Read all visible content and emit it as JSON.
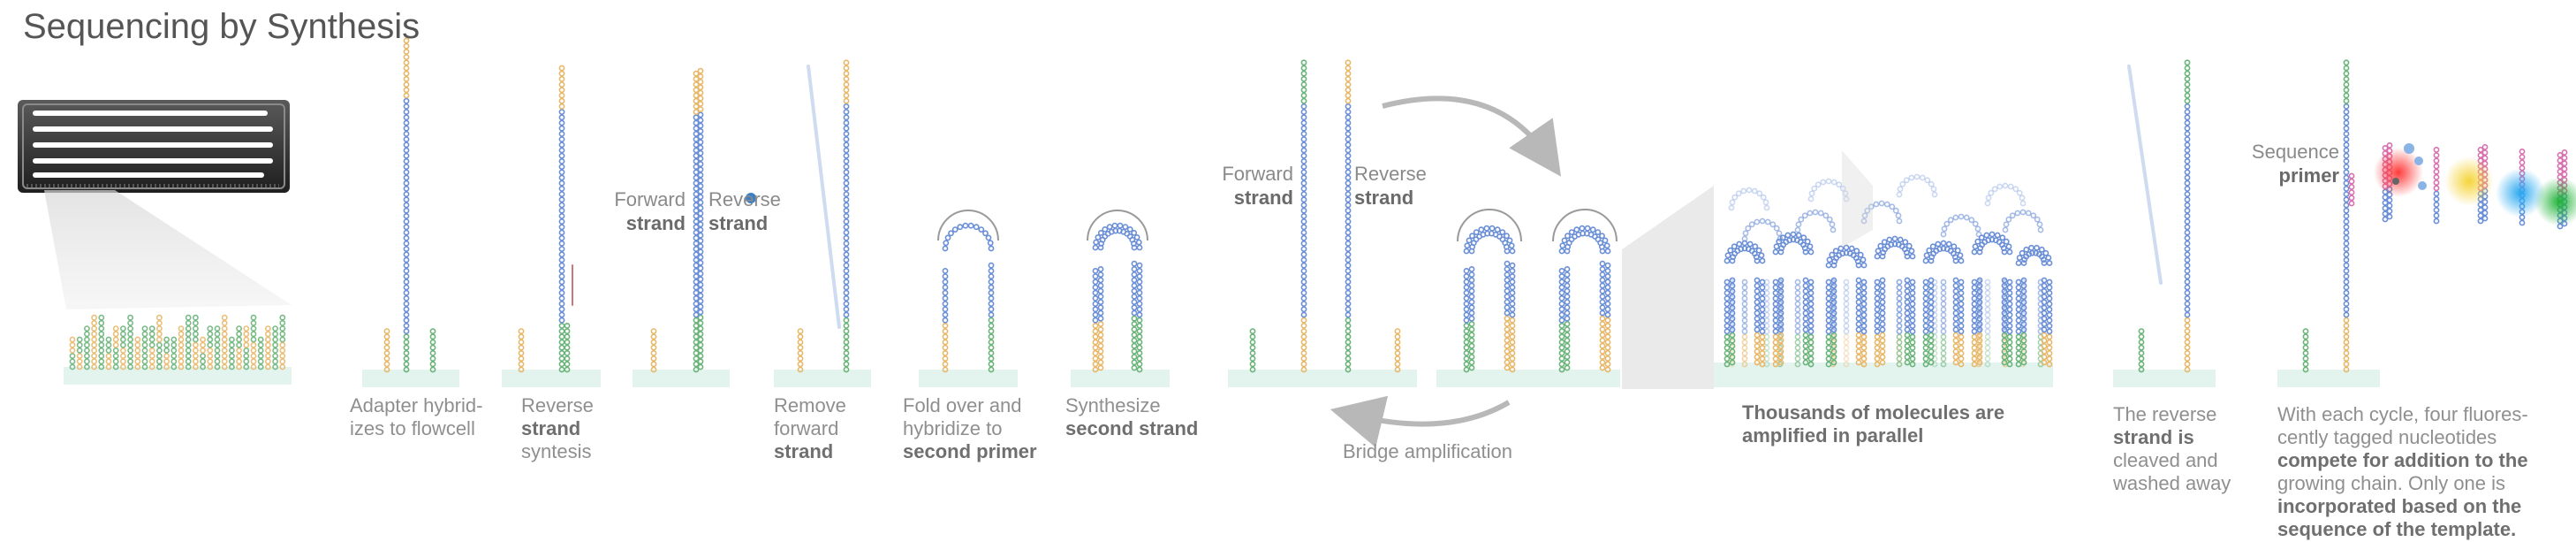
{
  "title": "Sequencing by Synthesis",
  "colors": {
    "adapter": "#6ab47a",
    "insert": "#6a8fd6",
    "primer": "#e8b86a",
    "sequence_primer": "#d870b0",
    "flowcell_base": "#e3f3ee",
    "arrow": "#b8b8b8"
  },
  "labels": {
    "forward_strand_1a": "Forward",
    "forward_strand_1b": "strand",
    "reverse_strand_1a": "Reverse",
    "reverse_strand_1b": "strand",
    "forward_strand_2a": "Forward",
    "forward_strand_2b": "strand",
    "reverse_strand_2a": "Reverse",
    "reverse_strand_2b": "strand",
    "sequence_primer_a": "Sequence",
    "sequence_primer_b": "primer"
  },
  "captions": {
    "step1": [
      "Adapter hybrid-",
      "izes to flowcell"
    ],
    "step2": [
      "Reverse",
      "strand",
      "syntesis"
    ],
    "step3": [
      "Remove",
      "forward",
      "strand"
    ],
    "step4": [
      "Fold over and",
      "hybridize to",
      "second primer"
    ],
    "step5": [
      "Synthesize",
      "second strand"
    ],
    "bridge": "Bridge amplification",
    "parallel": [
      "Thousands of molecules are",
      "amplified in parallel"
    ],
    "cleave": [
      "The reverse",
      "strand is",
      "cleaved and",
      "washed away"
    ],
    "cycle": [
      "With each cycle, four fluores-",
      "cently tagged nucleotides",
      "compete for addition to the",
      "growing chain. Only one is",
      "incorporated based on the",
      "sequence of the template."
    ]
  }
}
